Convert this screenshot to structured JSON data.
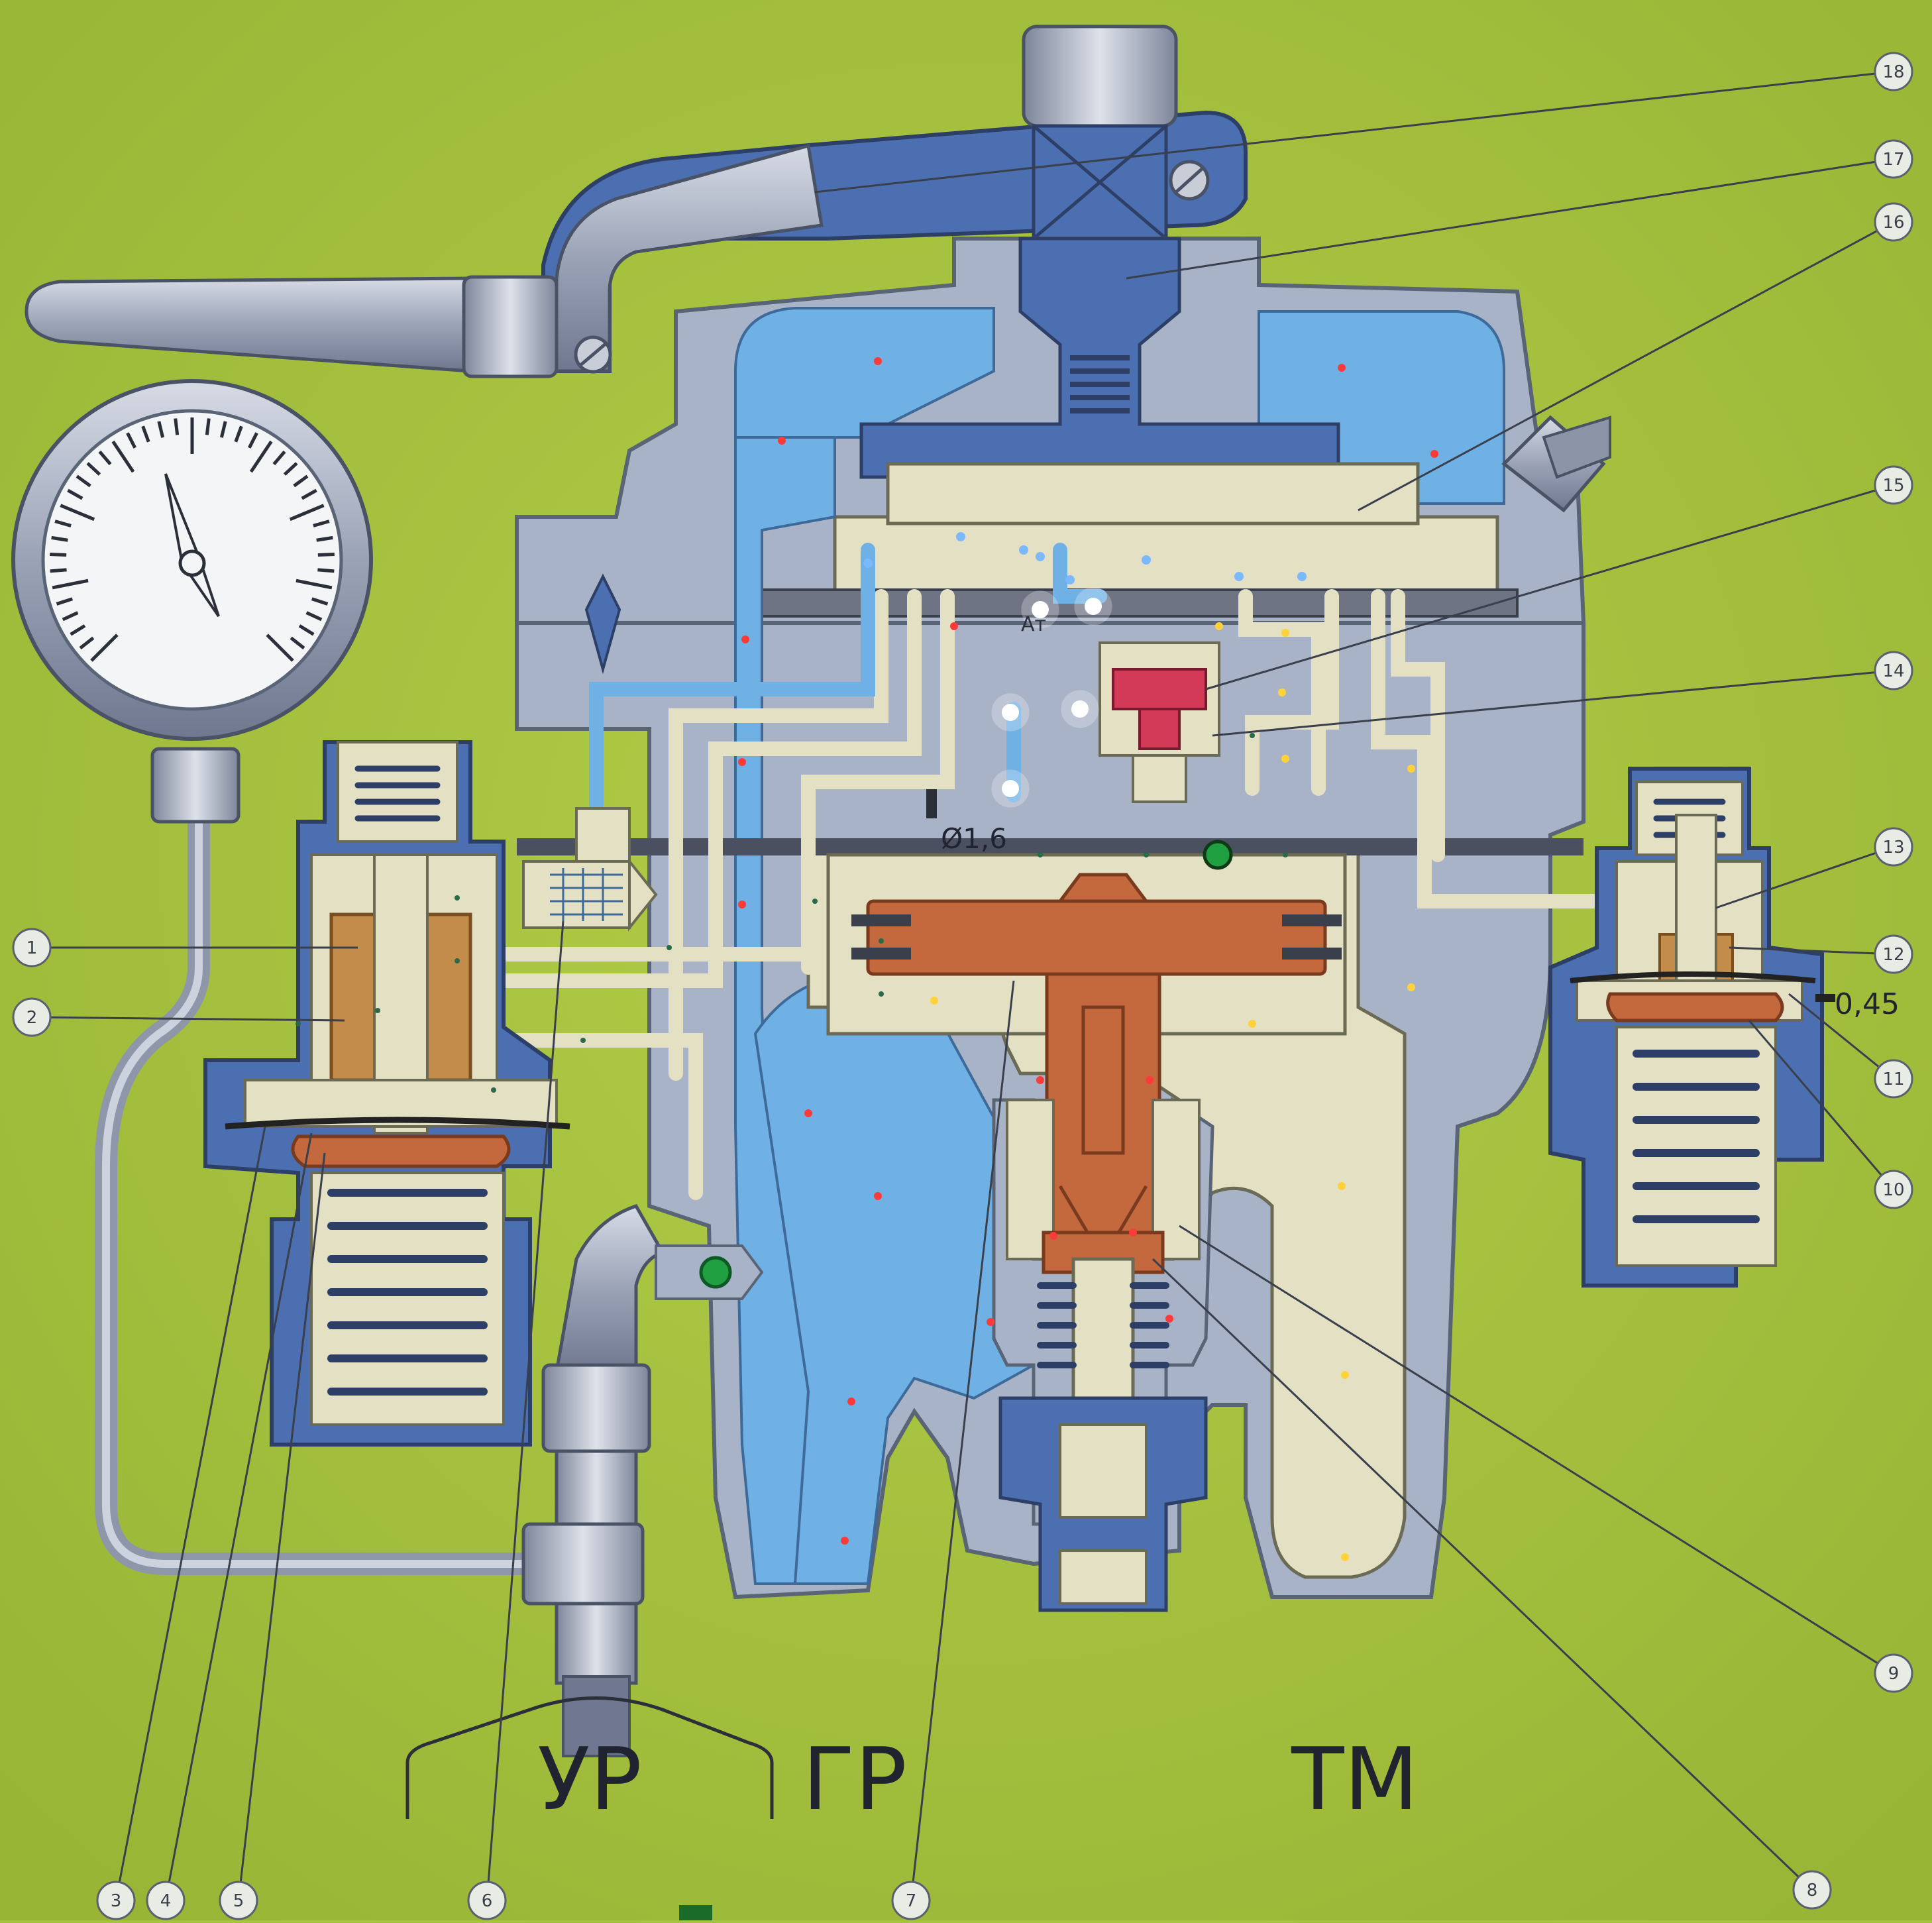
{
  "diagram": {
    "callouts": [
      {
        "label": "1"
      },
      {
        "label": "2"
      },
      {
        "label": "3"
      },
      {
        "label": "4"
      },
      {
        "label": "5"
      },
      {
        "label": "6"
      },
      {
        "label": "7"
      },
      {
        "label": "8"
      },
      {
        "label": "9"
      },
      {
        "label": "10"
      },
      {
        "label": "11"
      },
      {
        "label": "12"
      },
      {
        "label": "13"
      },
      {
        "label": "14"
      },
      {
        "label": "15"
      },
      {
        "label": "16"
      },
      {
        "label": "17"
      },
      {
        "label": "18"
      }
    ],
    "region_labels": {
      "ur": "УР",
      "gr": "ГР",
      "tm": "ТМ"
    },
    "annotations": {
      "orifice": "Ø1,6",
      "pressure": "0,45",
      "channel": "Ат"
    }
  },
  "colors": {
    "background": "#a7c43e",
    "body_grey": "#a9b3c8",
    "body_dark": "#5a6477",
    "steel_blue": "#4f74b5",
    "light_blue": "#6fb1e4",
    "cream": "#e4e0c4",
    "copper": "#c4683e",
    "red_valve": "#d33a58",
    "accent_green": "#20a040"
  }
}
